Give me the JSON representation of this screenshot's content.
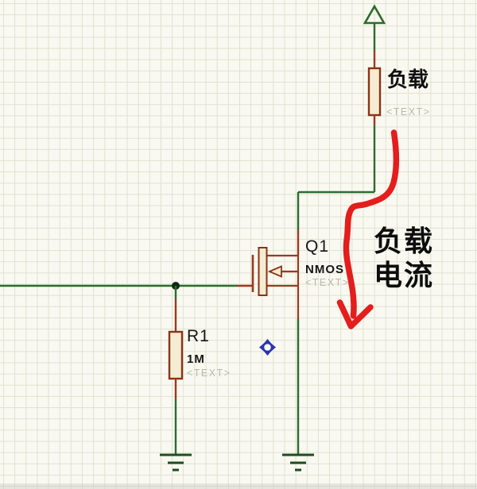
{
  "schematic": {
    "components": {
      "load_resistor": {
        "label": "负载",
        "placeholder": "<TEXT>"
      },
      "q1": {
        "ref": "Q1",
        "value": "NMOS",
        "placeholder": "<TEXT>"
      },
      "r1": {
        "ref": "R1",
        "value": "1M",
        "placeholder": "<TEXT>"
      }
    },
    "annotation": {
      "line1": "负载",
      "line2": "电流"
    },
    "symbols": [
      "power-arrow",
      "nmos-transistor",
      "resistor",
      "ground",
      "junction-dot",
      "origin-marker",
      "hand-drawn-current-arrow"
    ],
    "colors": {
      "background": "#f9f9f1",
      "grid_line": "#dfe1d0",
      "wire_green": "#2e6b30",
      "pin_red": "#9b3a1e",
      "component_outline": "#8a3414",
      "component_fill": "#f4ecd3",
      "ground_green": "#1d4d20",
      "annotation_red": "#e41d1d",
      "origin_marker_blue": "#2a35b0",
      "text_black": "#161616",
      "placeholder_gray": "#b9b9ab"
    }
  }
}
